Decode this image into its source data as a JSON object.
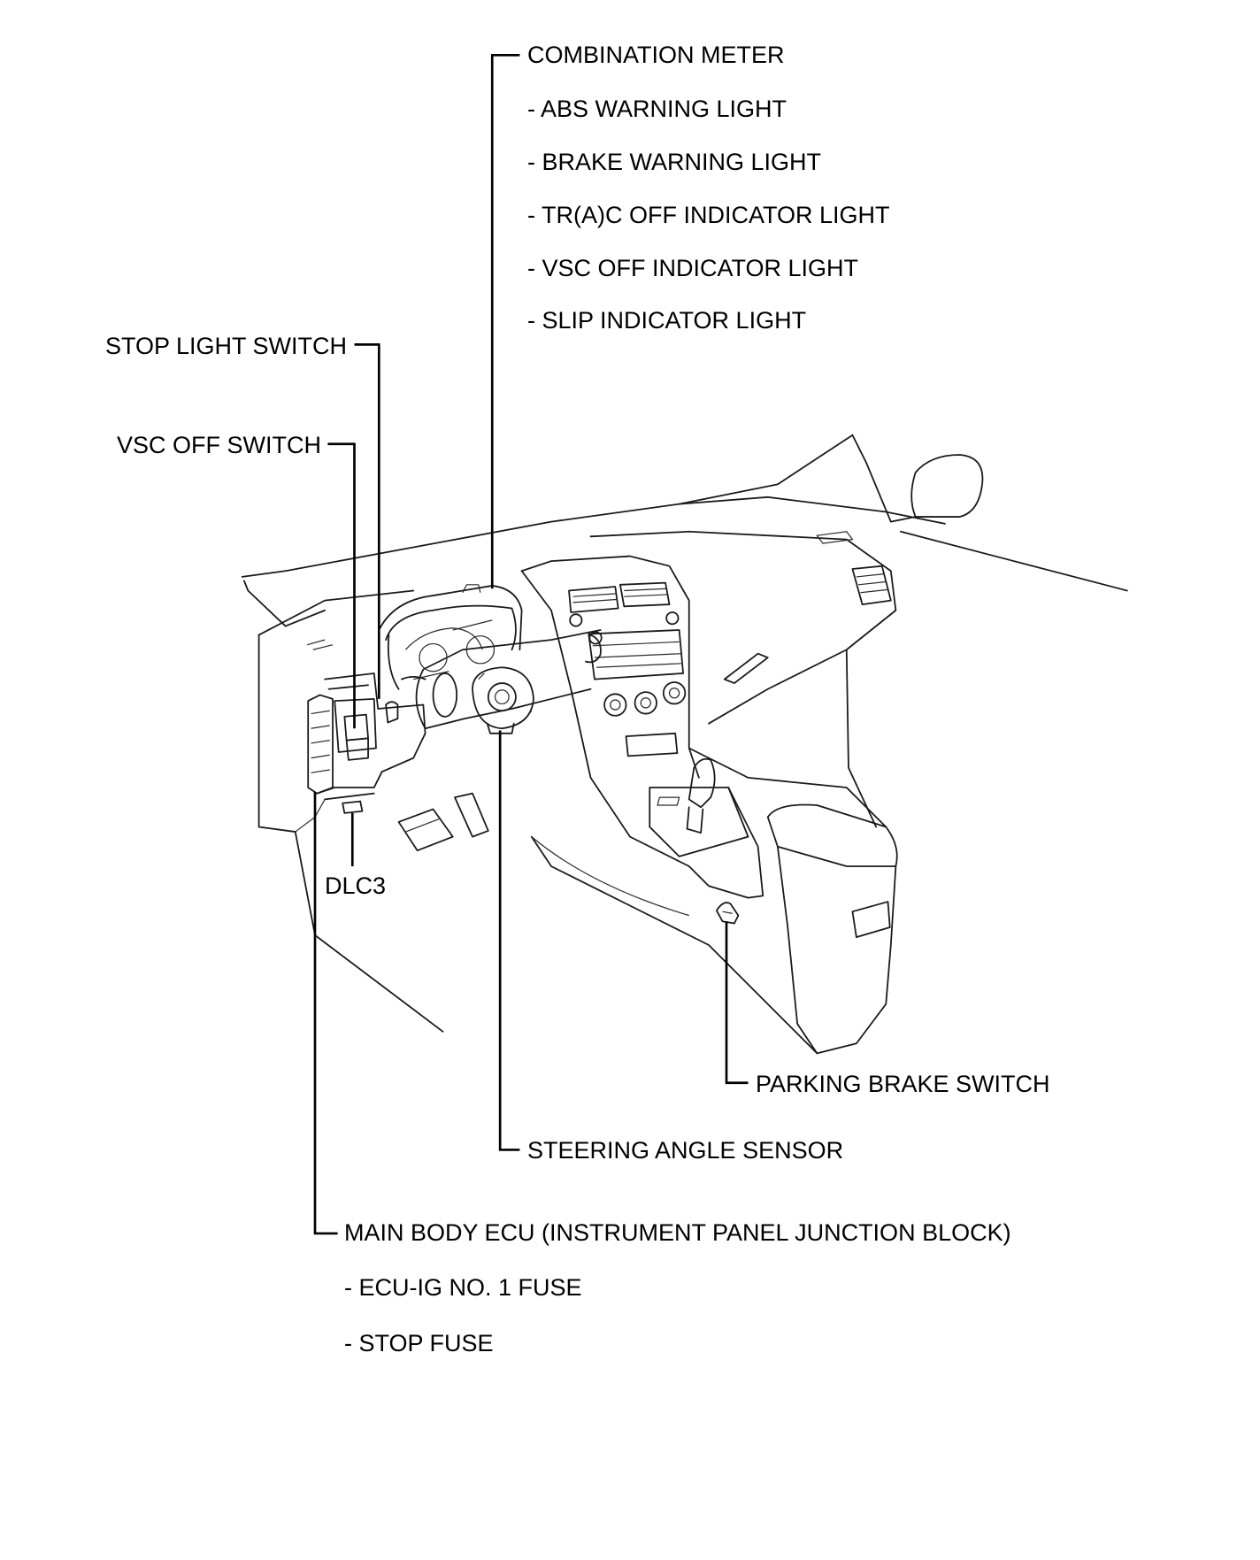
{
  "labels": {
    "combination_meter": "COMBINATION METER",
    "abs_warning_light": "- ABS WARNING LIGHT",
    "brake_warning_light": "- BRAKE WARNING LIGHT",
    "trac_off_indicator_light": "- TR(A)C OFF INDICATOR LIGHT",
    "vsc_off_indicator_light": "- VSC OFF INDICATOR LIGHT",
    "slip_indicator_light": "- SLIP INDICATOR LIGHT",
    "stop_light_switch": "STOP LIGHT SWITCH",
    "vsc_off_switch": "VSC OFF SWITCH",
    "dlc3": "DLC3",
    "parking_brake_switch": "PARKING BRAKE SWITCH",
    "steering_angle_sensor": "STEERING ANGLE SENSOR",
    "main_body_ecu": "MAIN BODY ECU (INSTRUMENT PANEL JUNCTION BLOCK)",
    "ecu_ig_no1_fuse": "- ECU-IG NO. 1 FUSE",
    "stop_fuse": "- STOP FUSE"
  }
}
